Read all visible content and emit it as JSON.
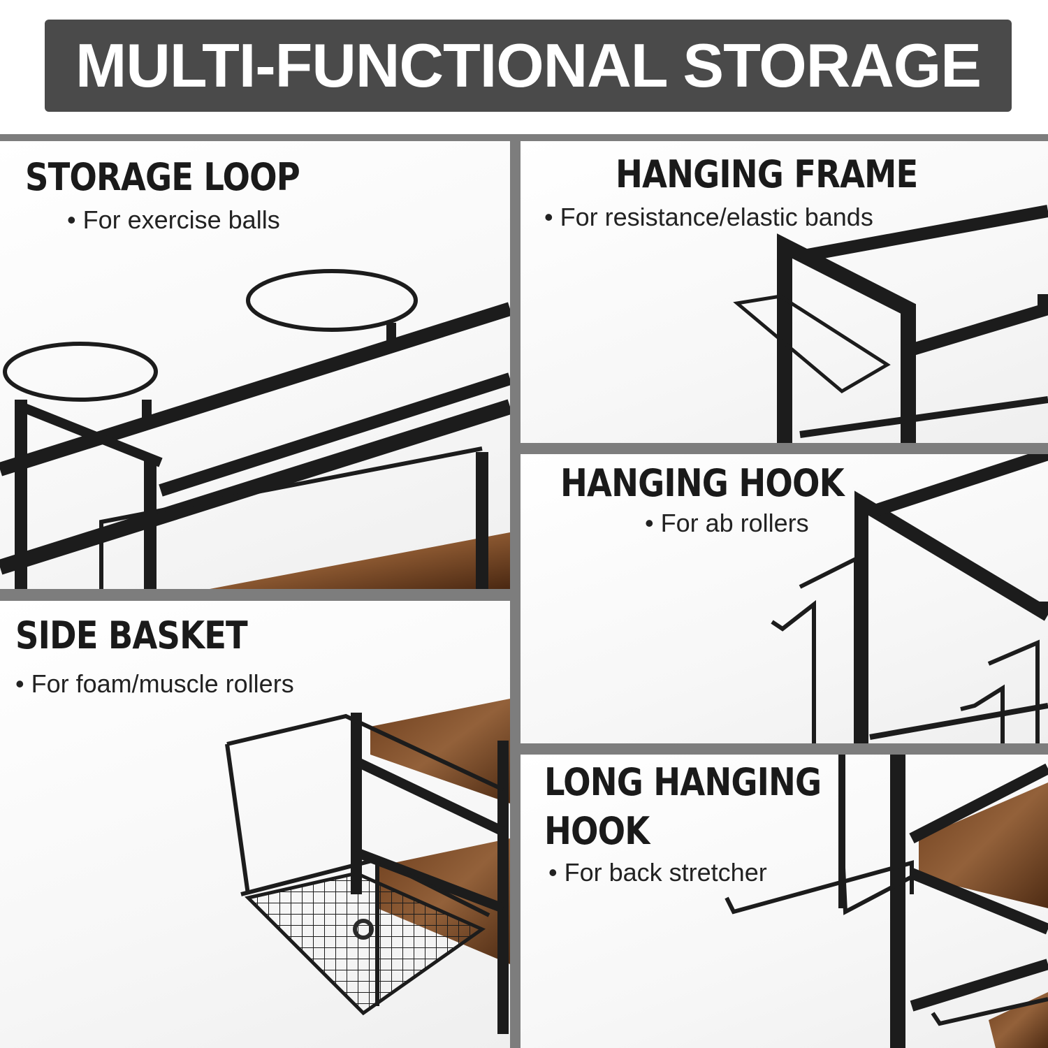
{
  "banner": {
    "title": "MULTI-FUNCTIONAL STORAGE"
  },
  "panels": {
    "storage_loop": {
      "heading": "STORAGE LOOP",
      "bullet": "•",
      "sub": "For exercise balls"
    },
    "hanging_frame": {
      "heading": "HANGING FRAME",
      "bullet": "•",
      "sub": "For resistance/elastic bands"
    },
    "hanging_hook": {
      "heading": "HANGING HOOK",
      "bullet": "•",
      "sub": "For ab rollers"
    },
    "side_basket": {
      "heading": "SIDE BASKET",
      "bullet": "•",
      "sub": "For foam/muscle rollers"
    },
    "long_hanging_hook": {
      "heading_line1": "LONG HANGING",
      "heading_line2": "HOOK",
      "bullet": "•",
      "sub": "For back stretcher"
    }
  },
  "colors": {
    "banner_bg": "#4a4a4a",
    "frame_gray": "#7d7d7d",
    "metal": "#1c1c1c",
    "wood": "#7a4a26"
  }
}
